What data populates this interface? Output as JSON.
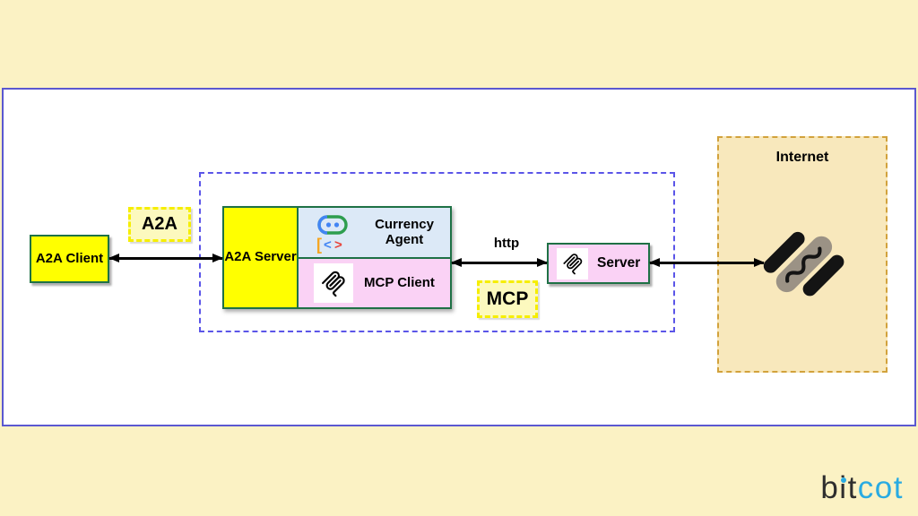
{
  "colors": {
    "pageBg": "#FBF2C4",
    "canvasBg": "#FFFFFF",
    "canvasBorder": "#5B58D0",
    "boxYellow": "#FFFF00",
    "greenBorder": "#1E7145",
    "agentBlue": "#DCE9F7",
    "mcpPink": "#FAD2F5",
    "tagBg": "#FCF9BE",
    "tagBorder": "#F6EE00",
    "dashedBlue": "#5B55E8",
    "internetBg": "#F8E8BC",
    "internetBorder": "#D2A23C",
    "arrowBlack": "#000000",
    "agentGreen": "#2E9E4F",
    "agentBlueIcon": "#4285F4",
    "bracketOrange": "#F5A623",
    "bracketRed": "#E8453C",
    "sausageGray": "#9B9285",
    "hotdogDark": "#141414",
    "bitDark": "#2E2E2E",
    "cotBlue": "#29ABE2"
  },
  "diagram": {
    "a2a_client": "A2A Client",
    "a2a_tag": "A2A",
    "a2a_server": "A2A Server",
    "currency_agent": "Currency Agent",
    "mcp_client": "MCP Client",
    "http_label": "http",
    "mcp_server": "Server",
    "mcp_tag": "MCP",
    "internet_title": "Internet"
  },
  "branding": {
    "logo_part1": "bit",
    "logo_part2": "cot"
  }
}
